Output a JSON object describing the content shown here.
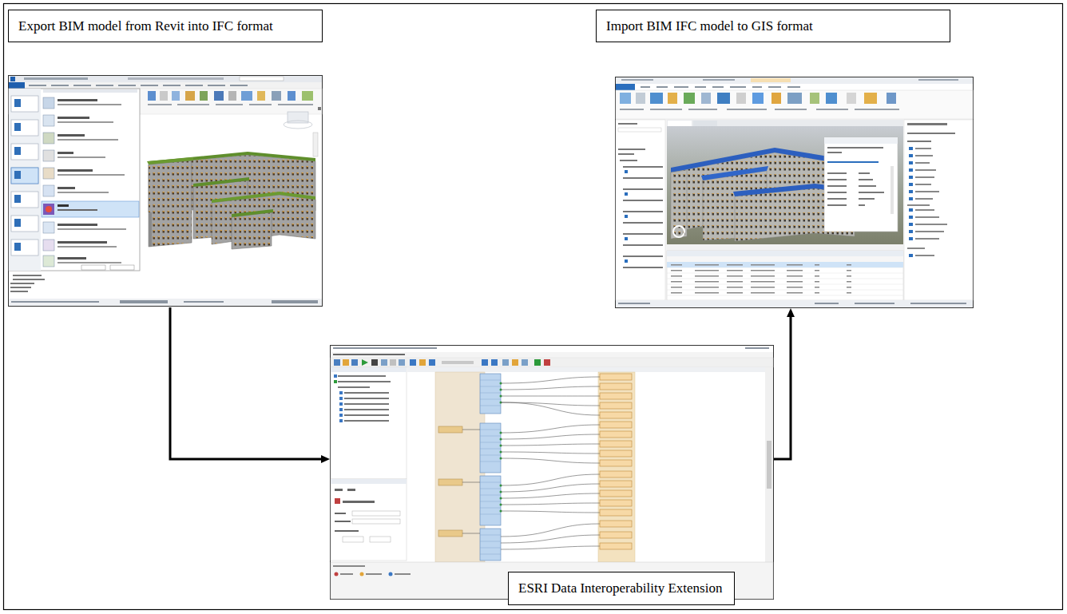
{
  "diagram": {
    "nodes": [
      {
        "text": [
          "Export BIM model from Revit into IFC format"
        ]
      },
      {
        "text": [
          "Import BIM IFC model to GIS format"
        ]
      },
      {
        "text": [
          "ESRI Data Interoperability Extension"
        ]
      }
    ],
    "edges": [
      {
        "from": 0,
        "to": 2,
        "arrow": "to"
      },
      {
        "from": 2,
        "to": 1,
        "arrow": "to"
      }
    ]
  }
}
